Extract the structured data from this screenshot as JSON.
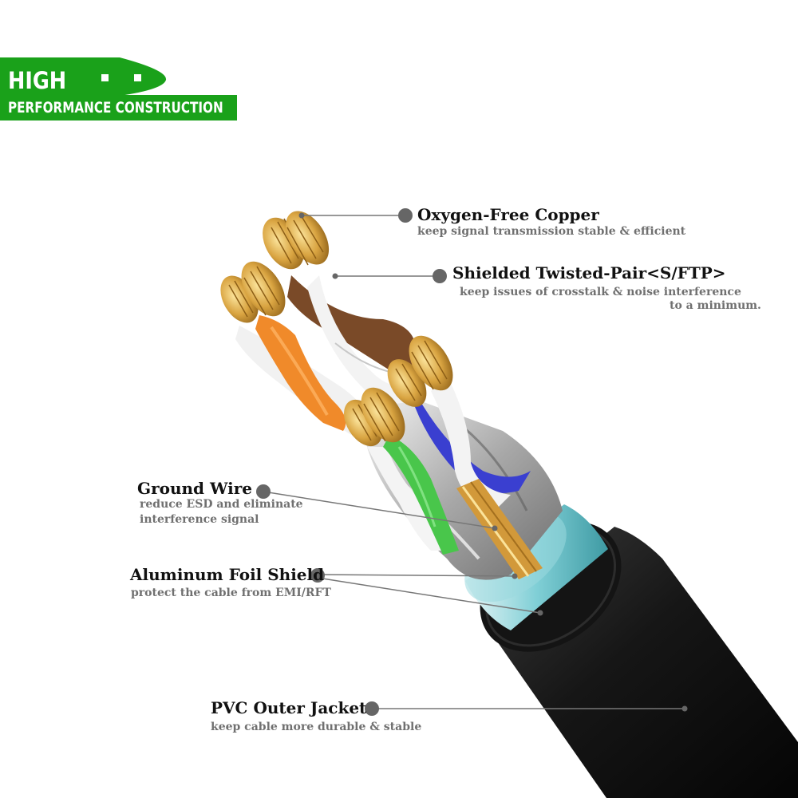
{
  "banner": {
    "line1": "HIGH",
    "line2": "PERFORMANCE CONSTRUCTION",
    "color": "#1aa11a"
  },
  "callouts": {
    "copper": {
      "title": "Oxygen-Free Copper",
      "desc": "keep signal transmission stable & efficient"
    },
    "twisted_pair": {
      "title": "Shielded Twisted-Pair<S/FTP>",
      "desc_line1": "keep issues of crosstalk & noise interference",
      "desc_line2": "to a minimum."
    },
    "ground_wire": {
      "title": "Ground Wire",
      "desc_line1": "reduce ESD and eliminate",
      "desc_line2": "interference signal"
    },
    "foil_shield": {
      "title": "Aluminum Foil Shield",
      "desc": "protect the cable from EMI/RFT"
    },
    "jacket": {
      "title": "PVC Outer Jacket",
      "desc": "keep cable more durable & stable"
    }
  },
  "colors": {
    "marker": "#666666",
    "leader": "#777777",
    "copper": "#d9a441",
    "jacket": "#1b1b1b",
    "foil": "#7fd0d6",
    "pair_orange": "#f08a2a",
    "pair_brown": "#7a4a28",
    "pair_green": "#49c64b",
    "pair_blue": "#3a3fd0"
  }
}
